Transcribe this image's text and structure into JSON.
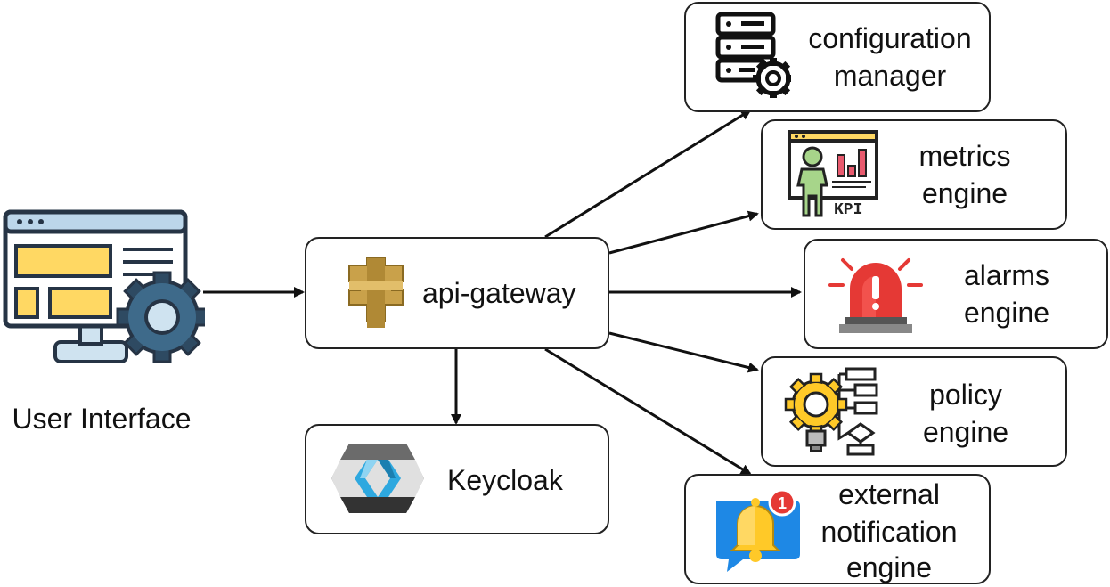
{
  "user_interface": {
    "label": "User Interface",
    "icon": "monitor-settings-icon"
  },
  "api_gateway": {
    "label": "api-gateway",
    "icon": "api-gateway-icon"
  },
  "keycloak": {
    "label": "Keycloak",
    "icon": "keycloak-icon"
  },
  "services": {
    "configuration_manager": {
      "line1": "configuration",
      "line2": "manager",
      "icon": "server-gear-icon"
    },
    "metrics_engine": {
      "line1": "metrics",
      "line2": "engine",
      "icon": "kpi-dashboard-icon",
      "icon_text": "KPI"
    },
    "alarms_engine": {
      "line1": "alarms",
      "line2": "engine",
      "icon": "siren-icon"
    },
    "policy_engine": {
      "line1": "policy",
      "line2": "engine",
      "icon": "gear-flowchart-icon"
    },
    "external_notification_engine": {
      "line1": "external",
      "line2": "notification",
      "line3": "engine",
      "icon": "notification-bell-icon",
      "badge": "1"
    }
  },
  "colors": {
    "stroke": "#222222",
    "accent_yellow": "#FFD863",
    "gear_blue": "#2E4A62",
    "alarm_red": "#E53935",
    "bell_yellow": "#FFC928",
    "bubble_blue": "#1E88E5",
    "api_gold": "#C9A14A",
    "keycloak_blue": "#2EA8DF"
  }
}
